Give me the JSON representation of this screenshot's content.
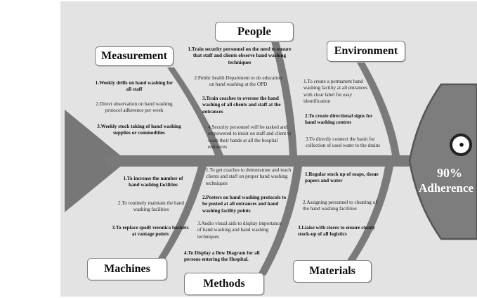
{
  "outcome": {
    "line1": "90%",
    "line2": "Adherence"
  },
  "categories": {
    "people": "People",
    "measurement": "Measurement",
    "environment": "Environment",
    "machines": "Machines",
    "methods": "Methods",
    "materials": "Materials"
  },
  "causes": {
    "people": [
      "1.Train security personnel on the need to ensure that staff and clients observe hand washing techniques",
      "2.Public health Department to do education on hand washing at the OPD",
      "3.Train coaches to oversee the hand washing of all clients and staff at the entrances",
      "4.Security personnel will be tasked and empowered to insist on staff and client to wash their hands at all the hospital entrances"
    ],
    "measurement": [
      "1.Weekly drills on hand washing for all staff",
      "2.Direct observation on hand washing protocol adherence per week",
      "3.Weekly stock taking of hand washing supplies or commodities"
    ],
    "environment": [
      "1.To create a permanent hand washing facility at all entrances with clear label for easy identification",
      "2.To create directional signs for hand washing centres",
      "3.To directly connect the basin for collection of used water to the drains"
    ],
    "machines": [
      "1.To increase the number of hand washing facilities",
      "2.To routinely maintain the hand washing facilities",
      "3.To replace spoilt veronica buckets at vantage points"
    ],
    "methods": [
      "1.To get coaches to demonstrate and teach clients and staff on proper hand washing techniques",
      "2.Posters on hand washing protocols to be posted at all entrances and hand washing facility points",
      "3.Audio visual aids to display importance of hand washing and hand washing techniques",
      "4.To Display a flow Diagram for all persons entering the Hospital."
    ],
    "materials": [
      "1.Regular stock up of soaps, tissue papers and water",
      "2.Assigning personnel to cleaning of the hand washing facilities",
      "3.Liaise with stores to ensure steady stock-up of all logistics"
    ]
  }
}
